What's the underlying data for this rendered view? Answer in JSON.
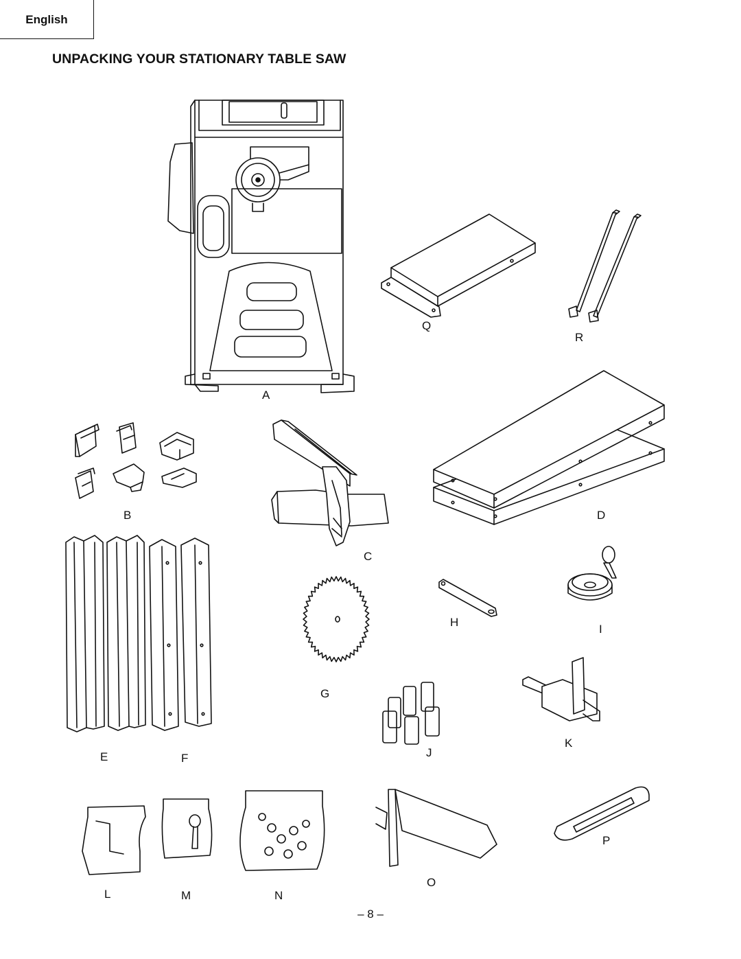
{
  "header": {
    "language_tab": "English"
  },
  "title": "UNPACKING YOUR STATIONARY TABLE SAW",
  "parts": [
    {
      "id": "A",
      "label": "A"
    },
    {
      "id": "B",
      "label": "B"
    },
    {
      "id": "C",
      "label": "C"
    },
    {
      "id": "D",
      "label": "D"
    },
    {
      "id": "E",
      "label": "E"
    },
    {
      "id": "F",
      "label": "F"
    },
    {
      "id": "G",
      "label": "G"
    },
    {
      "id": "H",
      "label": "H"
    },
    {
      "id": "I",
      "label": "I"
    },
    {
      "id": "J",
      "label": "J"
    },
    {
      "id": "K",
      "label": "K"
    },
    {
      "id": "L",
      "label": "L"
    },
    {
      "id": "M",
      "label": "M"
    },
    {
      "id": "N",
      "label": "N"
    },
    {
      "id": "O",
      "label": "O"
    },
    {
      "id": "P",
      "label": "P"
    },
    {
      "id": "Q",
      "label": "Q"
    },
    {
      "id": "R",
      "label": "R"
    }
  ],
  "footer": {
    "page_number": "– 8 –"
  }
}
